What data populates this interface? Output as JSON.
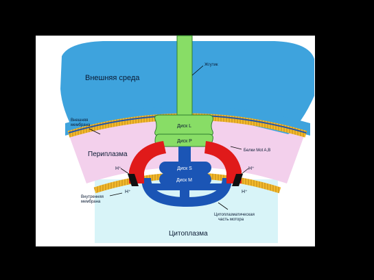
{
  "labels": {
    "external_medium": "Внешняя среда",
    "flagellum": "Жгутик",
    "outer_membrane": "Внешняя\nмембрана",
    "disk_l": "Диск L",
    "disk_p": "Диск Р",
    "periplasm": "Периплазма",
    "mot_proteins": "Белки Mot A,B",
    "disk_s": "Диск S",
    "disk_m": "Диск M",
    "h_plus_left": "H⁺",
    "h_plus_right": "H⁺",
    "h_plus_in_left": "H⁺",
    "h_plus_in_right": "H⁺",
    "inner_membrane": "Внутренняя\nмембрана",
    "cytoplasmic_motor": "Цитоплазматическая\nчасть мотора",
    "cytoplasm": "Цитоплазма"
  },
  "colors": {
    "external_medium": "#3ea3dd",
    "periplasm": "#f3d0ec",
    "cytoplasm": "#d8f4f8",
    "flagellum": "#88dd66",
    "membrane_yellow": "#f2b92c",
    "membrane_blue": "#2255aa",
    "motor_blue": "#1b55b5",
    "mot_red": "#e01a1a"
  }
}
